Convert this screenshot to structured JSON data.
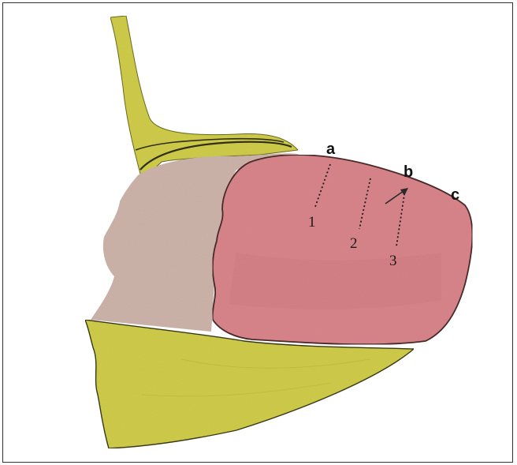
{
  "colors": {
    "muscle": "#d8858a",
    "muscle_shade": "#c86e77",
    "tissue": "#cdb3aa",
    "fascia": "#cfcc4a",
    "fascia_dark": "#a8a636",
    "outline": "#4a2a2a"
  },
  "labels": {
    "a": "a",
    "b": "b",
    "c": "c",
    "n1": "1",
    "n2": "2",
    "n3": "3"
  }
}
